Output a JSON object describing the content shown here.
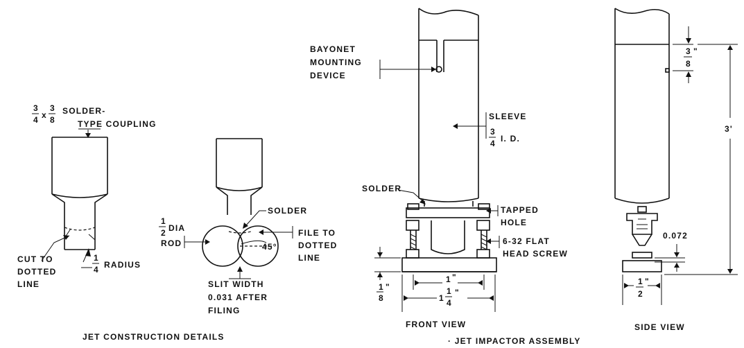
{
  "jet_details": {
    "coupling": {
      "frac1_num": "3",
      "frac1_den": "4",
      "x_sep": "x",
      "frac2_num": "3",
      "frac2_den": "8",
      "line1_rest": "SOLDER-",
      "line2": "TYPE COUPLING"
    },
    "cut": {
      "line1": "CUT TO",
      "line2": "DOTTED",
      "line3": "LINE"
    },
    "radius": {
      "num": "1",
      "den": "4",
      "rest": "RADIUS"
    },
    "rod": {
      "num": "1",
      "den": "2",
      "rest1": "DIA",
      "rest2": "ROD"
    },
    "solder": "SOLDER",
    "file": {
      "line1": "FILE TO",
      "line2": "DOTTED",
      "line3": "LINE"
    },
    "angle": "45°",
    "slit": {
      "line1": "SLIT WIDTH",
      "line2": "0.031 AFTER",
      "line3": "FILING"
    },
    "caption": "JET CONSTRUCTION DETAILS"
  },
  "front_view": {
    "bayonet": {
      "line1": "BAYONET",
      "line2": "MOUNTING",
      "line3": "DEVICE"
    },
    "sleeve": {
      "line1": "SLEEVE",
      "num": "3",
      "den": "4",
      "rest": "I. D."
    },
    "solder": "SOLDER",
    "tapped": {
      "line1": "TAPPED",
      "line2": "HOLE"
    },
    "screw": {
      "line1": "6-32 FLAT",
      "line2": "HEAD SCREW"
    },
    "eighth": {
      "num": "1",
      "den": "8"
    },
    "one_inch": "1",
    "one_quarter": {
      "whole": "1",
      "num": "1",
      "den": "4"
    },
    "caption": "FRONT VIEW"
  },
  "side_view": {
    "top_gap": {
      "num": "3",
      "den": "8"
    },
    "height": "3'",
    "gap": "0.072",
    "half": {
      "num": "1",
      "den": "2"
    },
    "caption": "SIDE VIEW"
  },
  "assembly_caption": "JET IMPACTOR ASSEMBLY"
}
